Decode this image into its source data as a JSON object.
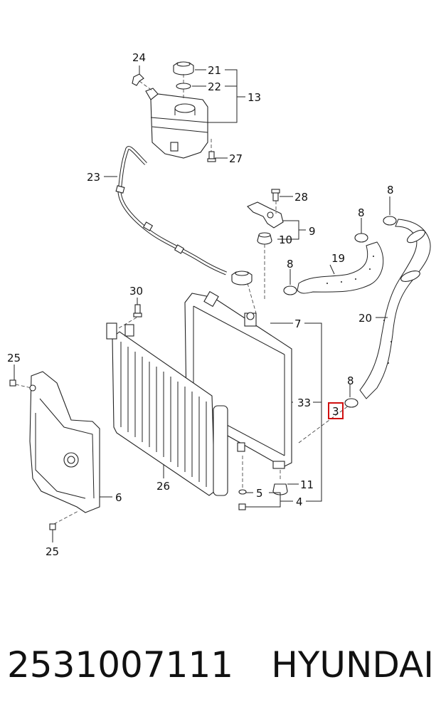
{
  "callouts": {
    "c24": "24",
    "c21": "21",
    "c22": "22",
    "c13": "13",
    "c27": "27",
    "c23": "23",
    "c28": "28",
    "c9": "9",
    "c10": "10",
    "c8a": "8",
    "c8b": "8",
    "c8c": "8",
    "c8d": "8",
    "c19": "19",
    "c20": "20",
    "c30": "30",
    "c7": "7",
    "c25a": "25",
    "c33": "33",
    "c3": "3",
    "c6": "6",
    "c26": "26",
    "c11": "11",
    "c5": "5",
    "c4": "4",
    "c25b": "25"
  },
  "footer": {
    "part_number": "2531007111",
    "brand": "HYUNDAI"
  },
  "colors": {
    "highlight": "#d01010",
    "line": "#222222"
  }
}
